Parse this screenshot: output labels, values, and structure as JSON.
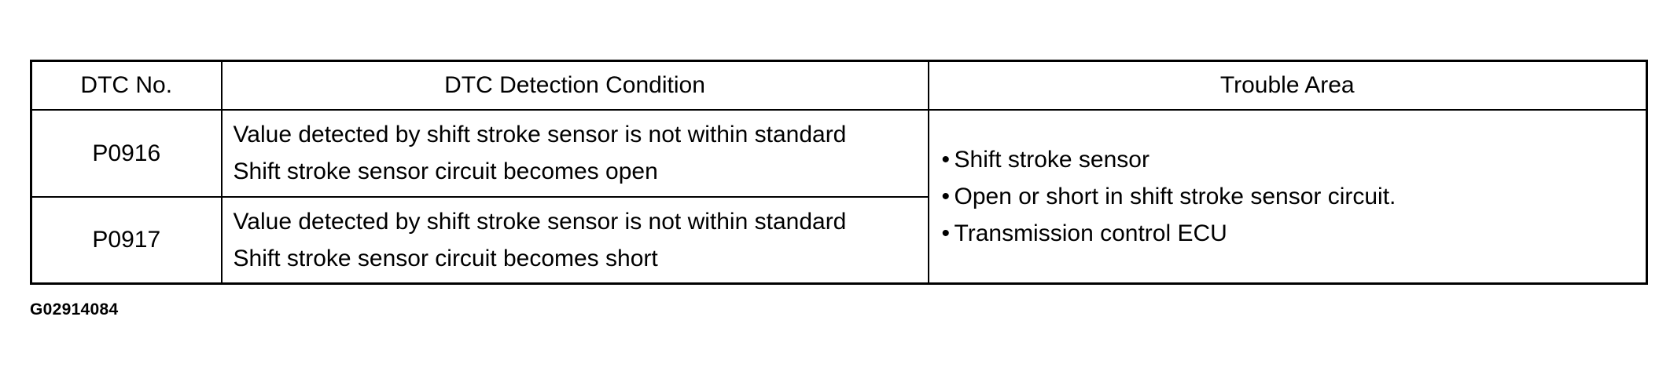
{
  "table": {
    "headers": {
      "dtc_no": "DTC No.",
      "condition": "DTC Detection Condition",
      "trouble_area": "Trouble Area"
    },
    "rows": [
      {
        "dtc": "P0916",
        "condition_lines": [
          "Value detected by shift stroke sensor is not within standard",
          "Shift stroke sensor circuit becomes open"
        ]
      },
      {
        "dtc": "P0917",
        "condition_lines": [
          "Value detected by shift stroke sensor is not within standard",
          "Shift stroke sensor circuit becomes short"
        ]
      }
    ],
    "bullet": "•",
    "trouble_area_items": [
      "Shift stroke sensor",
      "Open or short in shift stroke sensor circuit.",
      "Transmission control ECU"
    ]
  },
  "figure_id": "G02914084"
}
